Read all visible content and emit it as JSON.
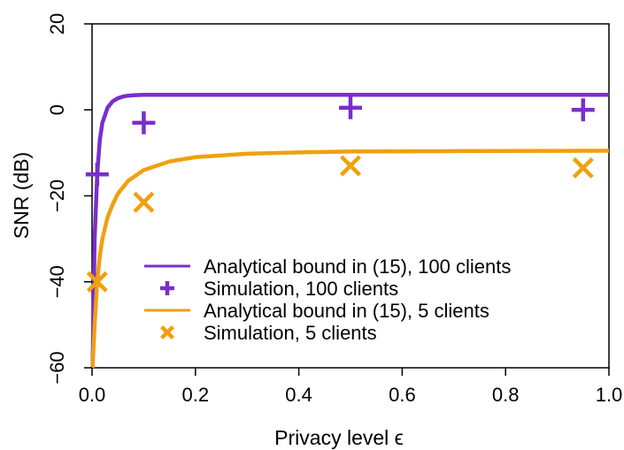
{
  "chart_data": {
    "type": "line",
    "xlabel": "Privacy level  ϵ",
    "ylabel": "SNR (dB)",
    "xlim": [
      0,
      1.0
    ],
    "ylim": [
      -60,
      20
    ],
    "x_ticks": [
      "0.0",
      "0.2",
      "0.4",
      "0.6",
      "0.8",
      "1.0"
    ],
    "x_tick_values": [
      0,
      0.2,
      0.4,
      0.6,
      0.8,
      1.0
    ],
    "y_ticks": [
      "-60",
      "-40",
      "-20",
      "0",
      "20"
    ],
    "y_tick_values": [
      -60,
      -40,
      -20,
      0,
      20
    ],
    "grid": false,
    "legend_position": "bottom-right",
    "colors": {
      "purple": "#7a2ecc",
      "orange": "#f0a010"
    },
    "series": [
      {
        "name": "Analytical bound in (15), 100 clients",
        "kind": "line",
        "color": "#7a2ecc",
        "x": [
          0.001,
          0.005,
          0.01,
          0.015,
          0.02,
          0.03,
          0.04,
          0.05,
          0.06,
          0.07,
          0.08,
          0.1,
          0.12,
          0.15,
          0.2,
          0.3,
          0.5,
          0.7,
          1.0
        ],
        "y": [
          -60,
          -30,
          -15,
          -7,
          -3,
          0.5,
          2,
          2.7,
          3.1,
          3.3,
          3.4,
          3.5,
          3.5,
          3.5,
          3.5,
          3.5,
          3.5,
          3.5,
          3.5
        ]
      },
      {
        "name": "Simulation, 100 clients",
        "kind": "plus",
        "color": "#7a2ecc",
        "x": [
          0.01,
          0.1,
          0.5,
          0.95
        ],
        "y": [
          -15,
          -3,
          0.5,
          0
        ]
      },
      {
        "name": "Analytical bound in (15), 5 clients",
        "kind": "line",
        "color": "#f0a010",
        "x": [
          0.001,
          0.005,
          0.01,
          0.015,
          0.02,
          0.03,
          0.04,
          0.05,
          0.07,
          0.1,
          0.15,
          0.2,
          0.3,
          0.4,
          0.5,
          0.7,
          1.0
        ],
        "y": [
          -60,
          -50,
          -40,
          -34,
          -30,
          -25,
          -22,
          -19.5,
          -16.5,
          -14,
          -12,
          -11,
          -10.2,
          -9.9,
          -9.7,
          -9.6,
          -9.5
        ]
      },
      {
        "name": "Simulation, 5 clients",
        "kind": "cross",
        "color": "#f0a010",
        "x": [
          0.01,
          0.1,
          0.5,
          0.95
        ],
        "y": [
          -40,
          -21.5,
          -13,
          -13.5
        ]
      }
    ]
  }
}
